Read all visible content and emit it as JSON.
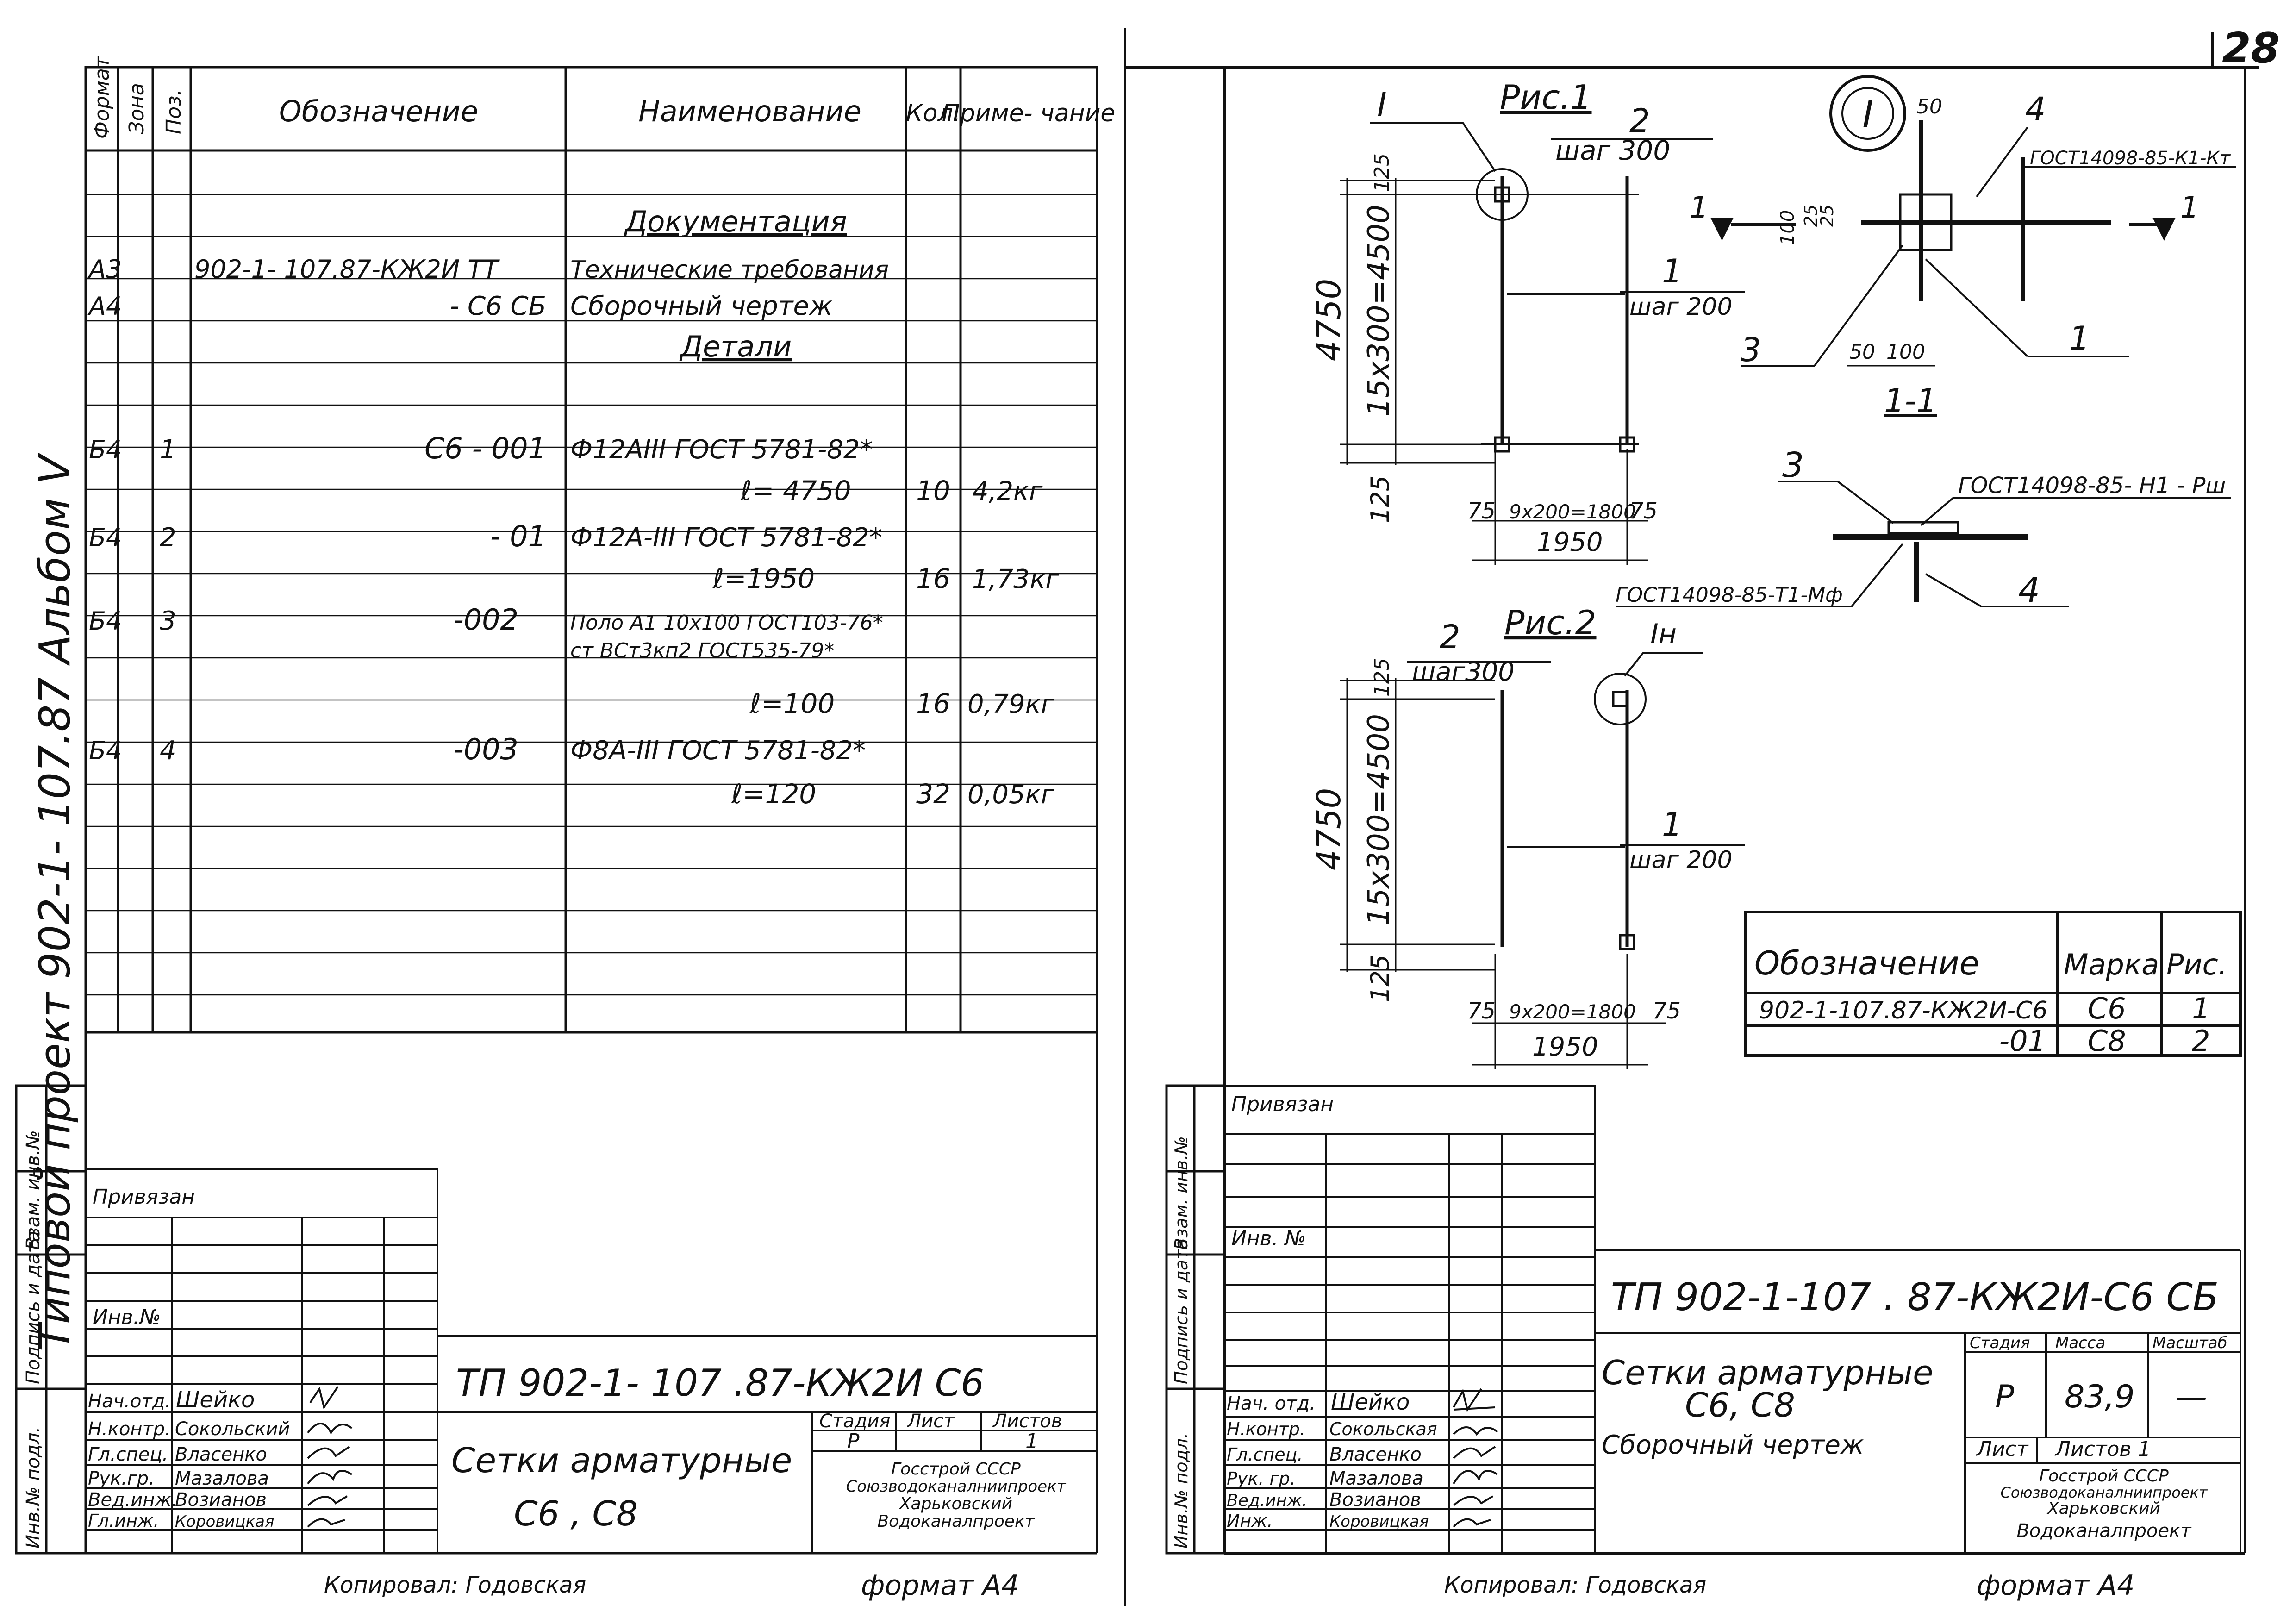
{
  "page": {
    "number": "28",
    "album_vertical": "Типовой проект 902-1- 107.87 Альбом V",
    "copied_by": "Копировал: Годовская",
    "format": "формат А4"
  },
  "spec": {
    "headers": {
      "forma": "Формат",
      "zona": "Зона",
      "poz": "Поз.",
      "oboznachenie": "Обозначение",
      "naimenovanie": "Наименование",
      "kol": "Кол.",
      "primechanie": "Приме- чание"
    },
    "rows": [
      {
        "naim": "Документация"
      },
      {
        "forma": "А3",
        "obozn": "902-1- 107.87-КЖ2И ТТ",
        "naim": "Технические требования"
      },
      {
        "forma": "А4",
        "obozn": "- С6 СБ",
        "naim": "Сборочный чертеж"
      },
      {
        "naim": "Детали"
      },
      {
        "forma": "Б4",
        "poz": "1",
        "obozn": "С6 - 001",
        "naim": "Ф12АIII ГОСТ 5781-82*"
      },
      {
        "naim": "ℓ= 4750",
        "kol": "10",
        "prim": "4,2кг"
      },
      {
        "forma": "Б4",
        "poz": "2",
        "obozn": "- 01",
        "naim": "Ф12А-III ГОСТ 5781-82*"
      },
      {
        "naim": "ℓ=1950",
        "kol": "16",
        "prim": "1,73кг"
      },
      {
        "forma": "Б4",
        "poz": "3",
        "obozn": "-002",
        "naim": "Поло А1 10х100 ГОСТ103-76*"
      },
      {
        "naim": "ст ВСт3кп2 ГОСТ535-79*"
      },
      {
        "naim": "ℓ=100",
        "kol": "16",
        "prim": "0,79кг"
      },
      {
        "forma": "Б4",
        "poz": "4",
        "obozn": "-003",
        "naim": "Ф8А-III ГОСТ 5781-82*"
      },
      {
        "naim": "ℓ=120",
        "kol": "32",
        "prim": "0,05кг"
      }
    ]
  },
  "side_labels": {
    "inv_podl": "Инв.№ подл.",
    "podp_data": "Подпись и дата",
    "vzam_inv": "Взам. инв.№"
  },
  "left_title": {
    "privyazan": "Привязан",
    "inv_no": "Инв.№",
    "code": "ТП 902-1- 107 .87-КЖ2И С6",
    "name": "Сетки арматурные",
    "name2": "С6 , С8",
    "stadiya": "Стадия",
    "list": "Лист",
    "listov": "Листов",
    "stadiya_val": "Р",
    "listov_val": "1",
    "org": [
      "Госстрой СССР",
      "Союзводоканалниипроект",
      "Харьковский",
      "Водоканалпроект"
    ],
    "staff": [
      {
        "role": "Нач.отд.",
        "name": "Шейко"
      },
      {
        "role": "Н.контр.",
        "name": "Сокольский"
      },
      {
        "role": "Гл.спец.",
        "name": "Власенко"
      },
      {
        "role": "Рук.гр.",
        "name": "Мазалова"
      },
      {
        "role": "Вед.инж.",
        "name": "Возианов"
      },
      {
        "role": "Гл.инж.",
        "name": "Коровицкая"
      }
    ]
  },
  "drawing": {
    "fig1_title": "Рис.1",
    "fig2_title": "Рис.2",
    "callout_I": "I",
    "callout_In": "Iн",
    "dim_4750": "4750",
    "dim_15x300": "15х300=4500",
    "dim_125": "125",
    "dim_75": "75",
    "dim_9x200": "9х200=1800",
    "dim_1950": "1950",
    "pos1": "1",
    "pos2": "2",
    "pos3": "3",
    "pos4": "4",
    "shag300": "шаг 300",
    "shag300b": "шаг300",
    "shag200": "шаг 200",
    "section": "1-1",
    "gost_k1": "ГОСТ14098-85-К1-Кт",
    "gost_n1": "ГОСТ14098-85- Н1 - Рш",
    "gost_t1": "ГОСТ14098-85-Т1-Мф",
    "d50": "50",
    "d100": "100",
    "d25": "25",
    "d25b": "25"
  },
  "marks_table": {
    "headers": [
      "Обозначение",
      "Марка",
      "Рис."
    ],
    "rows": [
      [
        "902-1-107.87-КЖ2И-С6",
        "С6",
        "1"
      ],
      [
        "-01",
        "С8",
        "2"
      ]
    ]
  },
  "right_title": {
    "privyazan": "Привязан",
    "inv_no": "Инв. №",
    "code": "ТП 902-1-107 . 87-КЖ2И-С6 СБ",
    "name": "Сетки арматурные",
    "name2": "С6, С8",
    "sub": "Сборочный чертеж",
    "stadiya": "Стадия",
    "massa": "Масса",
    "masshtab": "Масштаб",
    "stadiya_val": "Р",
    "massa_val": "83,9",
    "masshtab_val": "—",
    "list": "Лист",
    "listov": "Листов 1",
    "org": [
      "Госстрой СССР",
      "Союзводоканалниипроект",
      "Харьковский",
      "Водоканалпроект"
    ],
    "staff": [
      {
        "role": "Нач. отд.",
        "name": "Шейко"
      },
      {
        "role": "Н.контр.",
        "name": "Сокольская"
      },
      {
        "role": "Гл.спец.",
        "name": "Власенко"
      },
      {
        "role": "Рук. гр.",
        "name": "Мазалова"
      },
      {
        "role": "Вед.инж.",
        "name": "Возианов"
      },
      {
        "role": "Инж.",
        "name": "Коровицкая"
      }
    ]
  }
}
